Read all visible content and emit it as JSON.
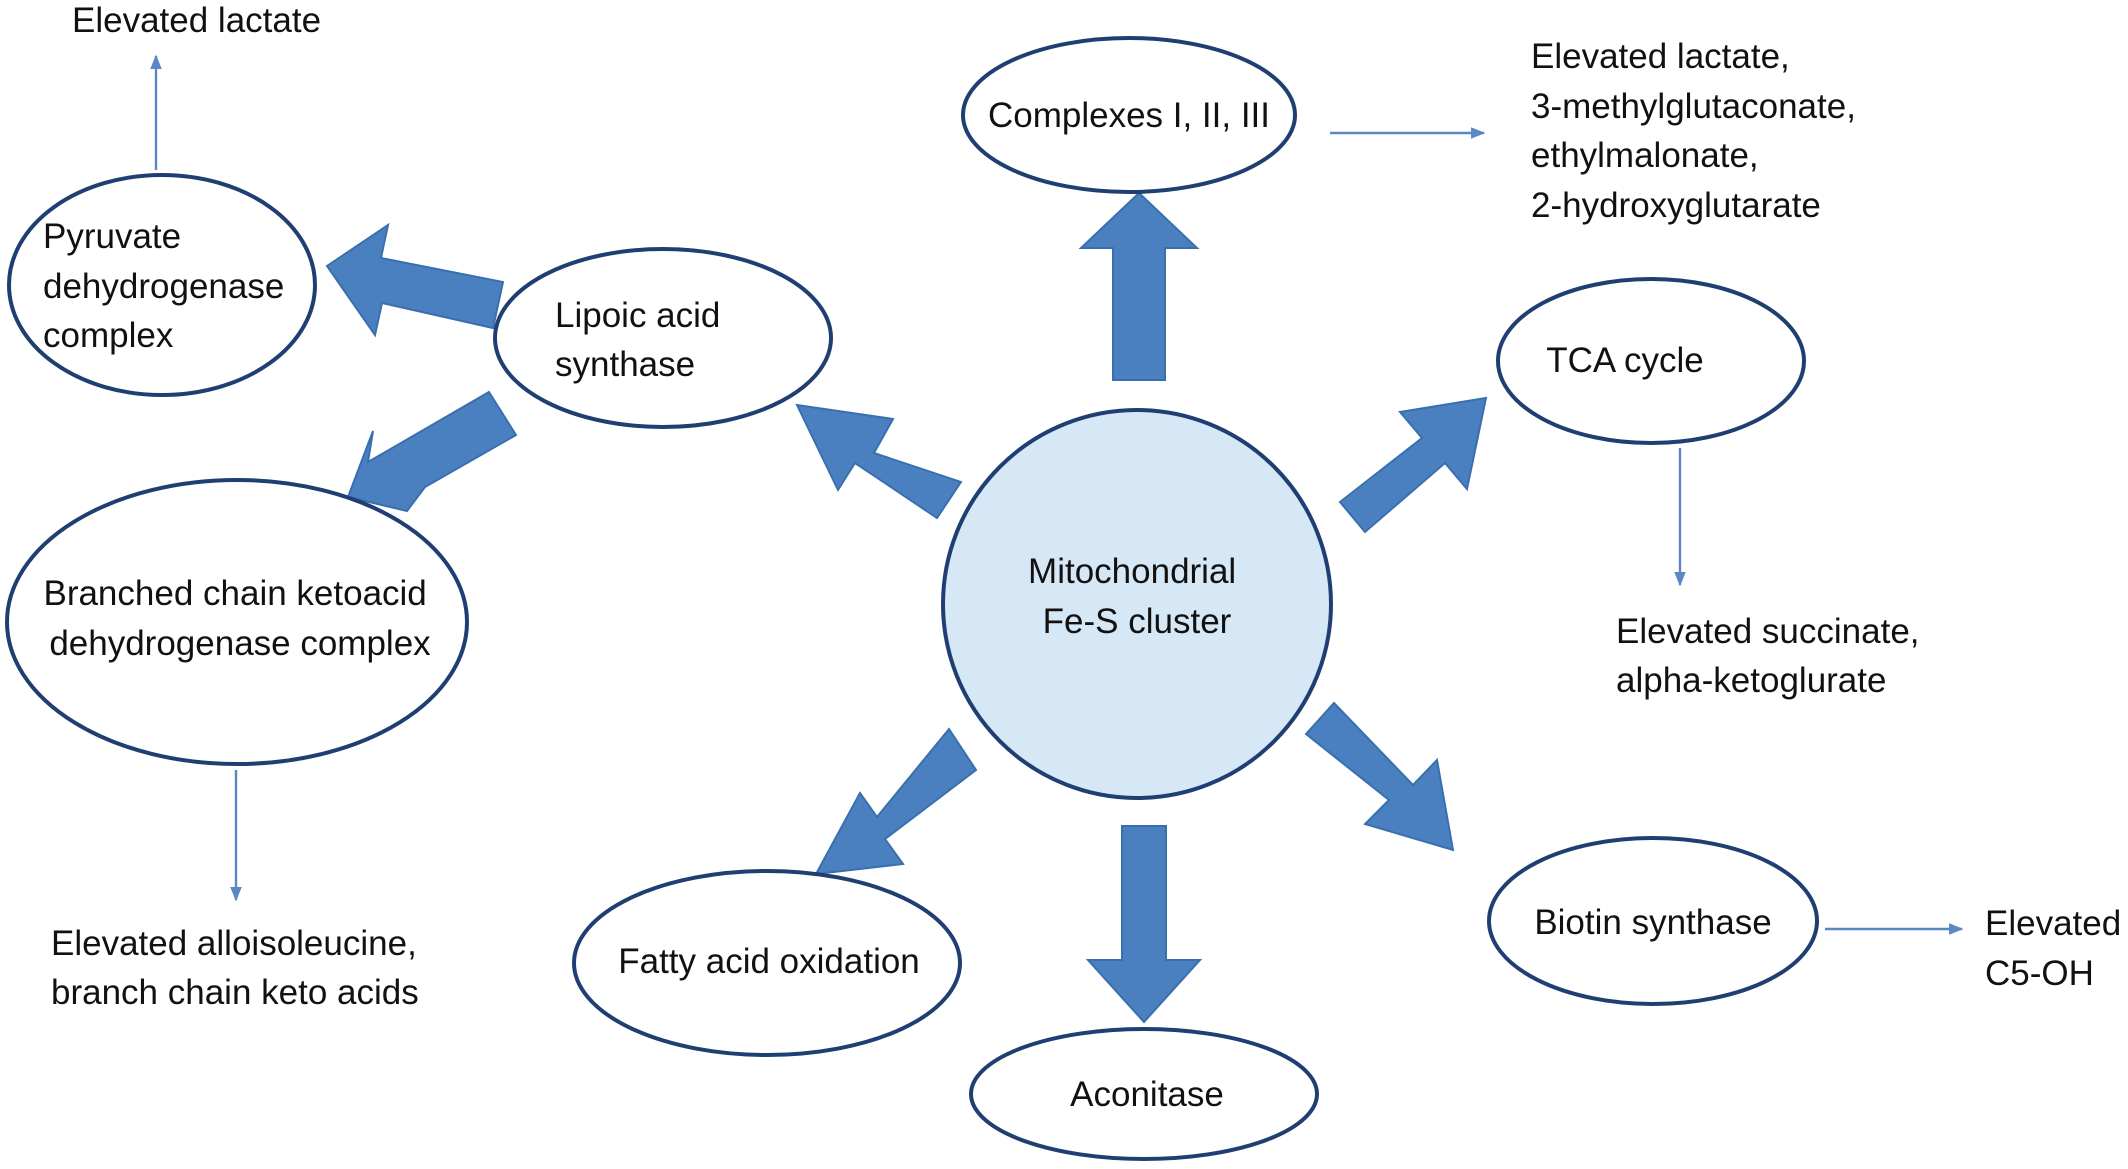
{
  "diagram": {
    "center": {
      "lines": [
        "Mitochondrial",
        "Fe-S cluster"
      ]
    },
    "nodes": {
      "complexes": {
        "lines": [
          "Complexes I, II, III"
        ]
      },
      "tca": {
        "lines": [
          "TCA cycle"
        ]
      },
      "biotin": {
        "lines": [
          "Biotin synthase"
        ]
      },
      "aconitase": {
        "lines": [
          "Aconitase"
        ]
      },
      "fatty_acid": {
        "lines": [
          "Fatty acid oxidation"
        ]
      },
      "lipoic": {
        "lines": [
          "Lipoic acid",
          "synthase"
        ]
      },
      "pdh": {
        "lines": [
          "Pyruvate",
          "dehydrogenase",
          "complex"
        ]
      },
      "bckdh": {
        "lines": [
          "Branched chain ketoacid",
          "dehydrogenase complex"
        ]
      }
    },
    "outcomes": {
      "pdh": {
        "lines": [
          "Elevated lactate"
        ]
      },
      "complexes": {
        "lines": [
          "Elevated lactate,",
          "3-methylglutaconate,",
          "ethylmalonate,",
          "2-hydroxyglutarate"
        ]
      },
      "tca": {
        "lines": [
          "Elevated succinate,",
          "alpha-ketoglurate"
        ]
      },
      "bckdh": {
        "lines": [
          "Elevated alloisoleucine,",
          "branch chain keto acids"
        ]
      },
      "biotin": {
        "lines": [
          "Elevated",
          "C5-OH"
        ]
      }
    },
    "colors": {
      "arrow_fill": "#4a80bf",
      "thin_arrow": "#5b87c5",
      "node_stroke": "#1f3f73",
      "center_fill": "#d6e7f6",
      "text": "#111111"
    }
  }
}
